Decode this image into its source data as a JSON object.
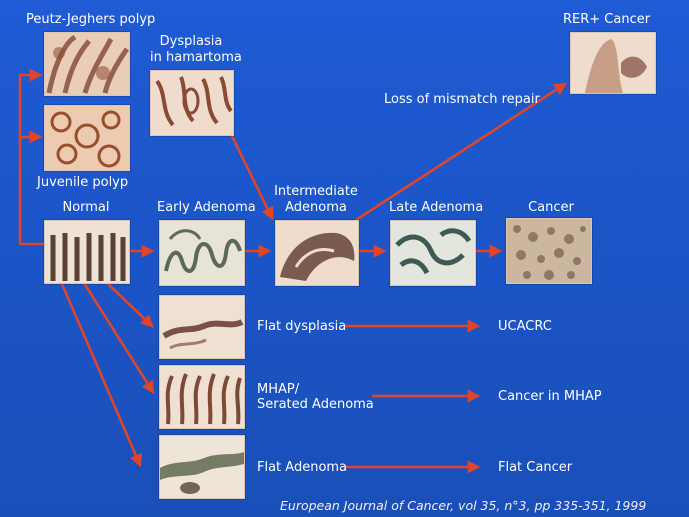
{
  "labels": {
    "peutz_jeghers": "Peutz-Jeghers polyp",
    "dysplasia_hamartoma_line1": "Dysplasia",
    "dysplasia_hamartoma_line2": "in hamartoma",
    "juvenile": "Juvenile polyp",
    "normal": "Normal",
    "early_adenoma": "Early Adenoma",
    "intermediate_line1": "Intermediate",
    "intermediate_line2": "Adenoma",
    "late_adenoma": "Late Adenoma",
    "cancer": "Cancer",
    "rer_cancer": "RER+ Cancer",
    "loss_mismatch": "Loss of mismatch repair",
    "flat_dysplasia": "Flat dysplasia",
    "ucacrc": "UCACRC",
    "mhap_line1": "MHAP/",
    "mhap_line2": "Serated Adenoma",
    "cancer_in_mhap": "Cancer in MHAP",
    "flat_adenoma": "Flat Adenoma",
    "flat_cancer": "Flat Cancer"
  },
  "citation": "European Journal of Cancer, vol 35, n°3, pp 335-351, 1999",
  "colors": {
    "arrow": "#e0442a",
    "background": "#1b55c8",
    "tissue_bg": "#efe2d6",
    "tissue_stain": "#6b4a3a"
  },
  "images": {
    "peutz_jeghers": "histology-peutz-jeghers",
    "juvenile": "histology-juvenile",
    "dysplasia_hamartoma": "histology-dysplasia-hamartoma",
    "rer_cancer": "histology-rer-cancer",
    "normal": "histology-normal",
    "early_adenoma": "histology-early-adenoma",
    "intermediate": "histology-intermediate",
    "late_adenoma": "histology-late-adenoma",
    "cancer": "histology-cancer",
    "flat_dysplasia": "histology-flat-dysplasia",
    "mhap": "histology-mhap",
    "flat_adenoma": "histology-flat-adenoma"
  }
}
